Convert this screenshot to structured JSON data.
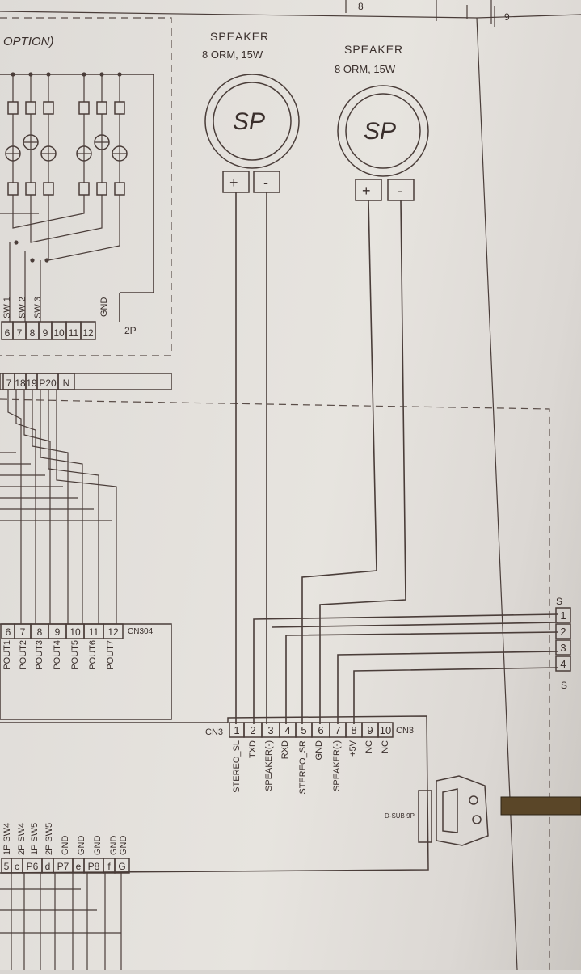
{
  "header": {
    "col8": "8",
    "col9": "9"
  },
  "option_block": {
    "title": "OPTION)",
    "switch_labels": [
      "SW 1",
      "SW 2",
      "SW 3",
      "GND"
    ],
    "pins": [
      "6",
      "7",
      "8",
      "9",
      "10",
      "11",
      "12"
    ],
    "pin_suffix": "2P"
  },
  "mid_connector": {
    "pins": [
      "7",
      "18",
      "19",
      "P20",
      "N"
    ]
  },
  "speakers": [
    {
      "label": "SPEAKER",
      "rating": "8 ORM, 15W",
      "symbol": "SP",
      "plus": "+",
      "minus": "-"
    },
    {
      "label": "SPEAKER",
      "rating": "8 ORM, 15W",
      "symbol": "SP",
      "plus": "+",
      "minus": "-"
    }
  ],
  "cn304": {
    "pins": [
      "6",
      "7",
      "8",
      "9",
      "10",
      "11",
      "12"
    ],
    "name": "CN304",
    "signals": [
      "POUT1",
      "POUT2",
      "POUT3",
      "POUT4",
      "POUT5",
      "POUT6",
      "POUT7"
    ]
  },
  "cn3": {
    "name": "CN3",
    "pins": [
      "1",
      "2",
      "3",
      "4",
      "5",
      "6",
      "7",
      "8",
      "9",
      "10"
    ],
    "signals": [
      "STEREO_SL",
      "TXD",
      "SPEAKER(-)",
      "RXD",
      "STEREO_SR",
      "GND",
      "SPEAKER(-)",
      "+5V",
      "NC",
      "NC"
    ]
  },
  "dsub": {
    "label": "D-SUB 9P"
  },
  "right_connector": {
    "top": "S",
    "pins": [
      "1",
      "2",
      "3",
      "4"
    ],
    "bottom": "S"
  },
  "bottom_block": {
    "signals": [
      "1P SW4",
      "2P SW4",
      "1P SW5",
      "2P SW5",
      "GND",
      "GND",
      "GND",
      "GND",
      "GND"
    ],
    "pins": [
      "5",
      "c",
      "P6",
      "d",
      "P7",
      "e",
      "P8",
      "f",
      "G"
    ]
  }
}
